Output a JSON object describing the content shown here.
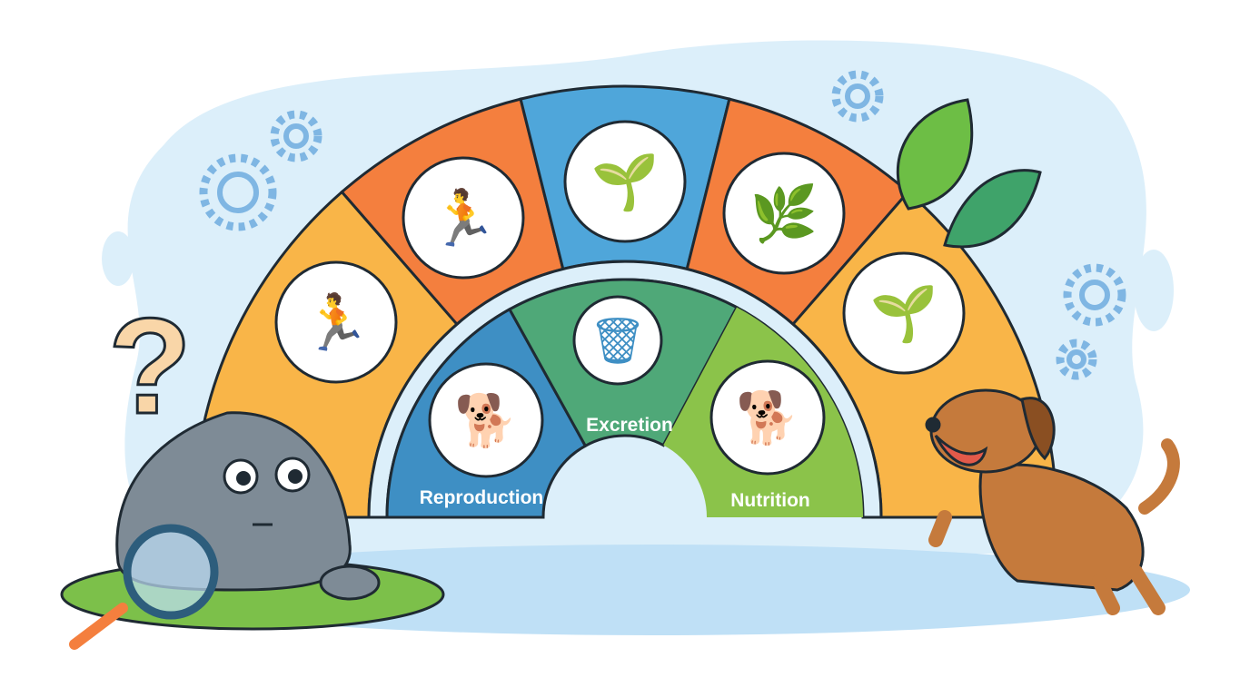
{
  "diagram": {
    "outer_segments": [
      {
        "icon": "running-person-icon",
        "color": "#F9B548"
      },
      {
        "icon": "running-person-icon",
        "color": "#F47F3E"
      },
      {
        "icon": "plant-growth-cycle-icon",
        "color": "#4FA6DA"
      },
      {
        "icon": "touching-plant-icon",
        "color": "#F47F3E"
      },
      {
        "icon": "growing-seedlings-icon",
        "color": "#F9B548"
      }
    ],
    "inner_segments": [
      {
        "label": "Reproduction",
        "icon": "dog-and-puppy-icon",
        "color": "#3E8FC4"
      },
      {
        "label": "Excretion",
        "icon": "trash-can-icon",
        "color": "#4FA878"
      },
      {
        "label": "Nutrition",
        "icon": "dog-eating-icon",
        "color": "#8BC34A"
      }
    ],
    "decorations": [
      "gear-icon",
      "question-mark-icon",
      "rock-character",
      "magnifying-glass-icon",
      "leaf-icon",
      "dog-character"
    ]
  }
}
